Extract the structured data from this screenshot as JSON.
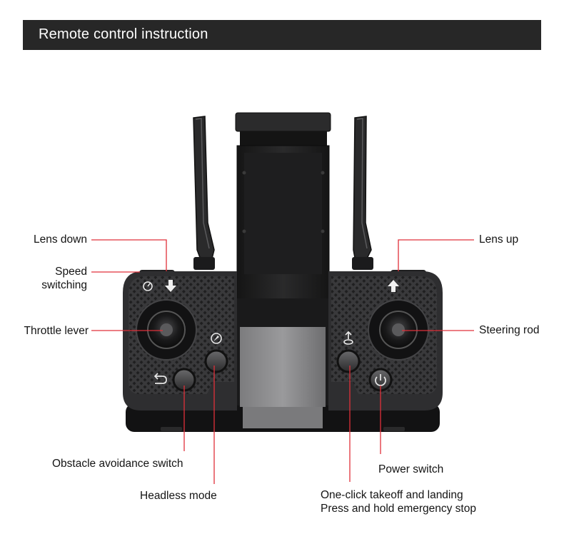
{
  "header": {
    "title": "Remote control instruction"
  },
  "labels": {
    "lens_down": "Lens down",
    "speed_switching_1": "Speed",
    "speed_switching_2": "switching",
    "throttle_lever": "Throttle lever",
    "obstacle_avoidance": "Obstacle avoidance switch",
    "headless_mode": "Headless mode",
    "lens_up": "Lens up",
    "steering_rod": "Steering rod",
    "power_switch": "Power switch",
    "takeoff_landing_1": "One-click takeoff and landing",
    "takeoff_landing_2": "Press and hold emergency stop"
  },
  "colors": {
    "header_bg": "#272727",
    "callout_line": "#e0303a",
    "controller_body": "#2e2e30",
    "controller_dark": "#161617",
    "phone_holder": "#1c1c1d"
  },
  "icons": [
    "speed-icon",
    "down-arrow-icon",
    "up-arrow-icon",
    "compass-icon",
    "return-icon",
    "takeoff-icon",
    "power-icon"
  ]
}
